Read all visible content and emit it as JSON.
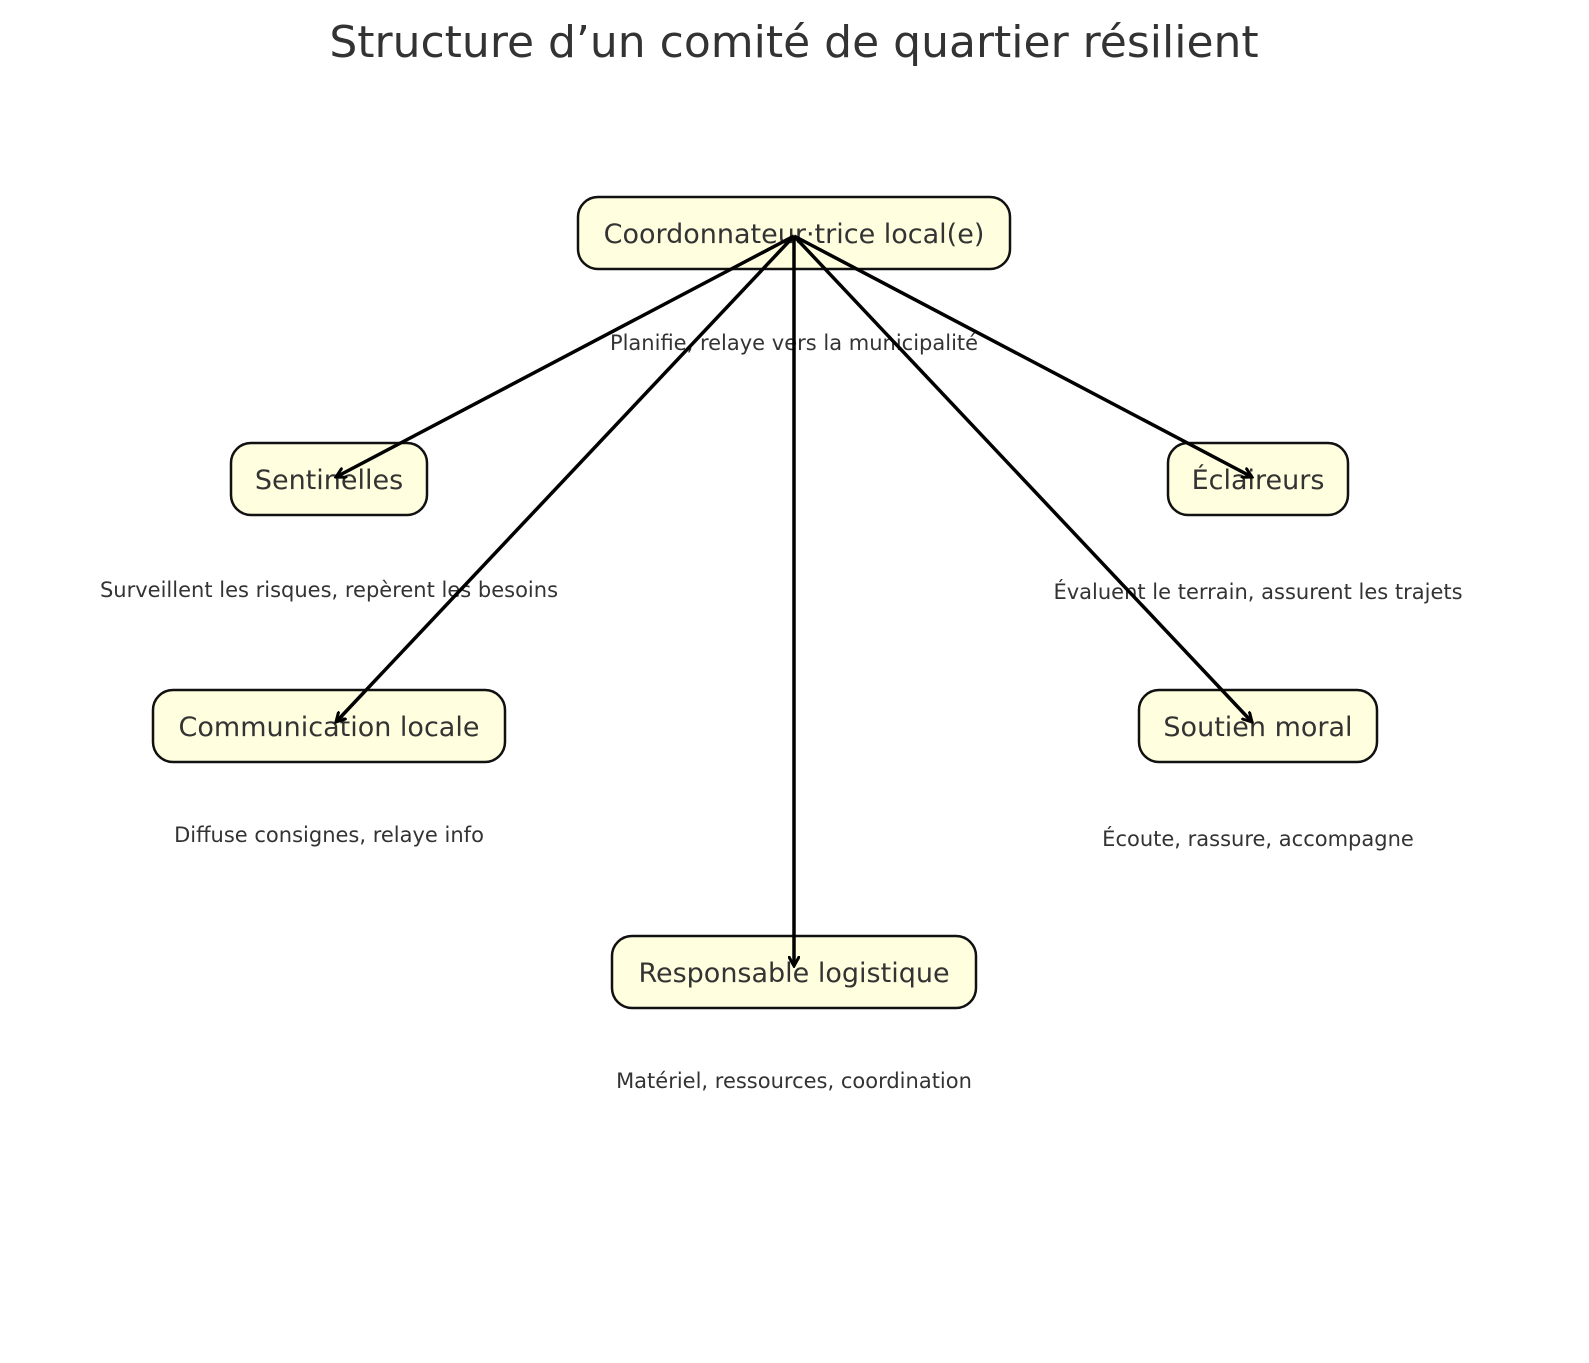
{
  "title": "Structure d’un comité de quartier résilient",
  "nodes": [
    {
      "id": "coordinateur",
      "label": "Coordonnateur·trice local(e)",
      "description": "Planifie, relaye vers la municipalité"
    },
    {
      "id": "sentinelles",
      "label": "Sentinelles",
      "description": "Surveillent les risques, repèrent les besoins"
    },
    {
      "id": "eclaireurs",
      "label": "Éclaireurs",
      "description": "Évaluent le terrain, assurent les trajets"
    },
    {
      "id": "communication",
      "label": "Communication locale",
      "description": "Diffuse consignes, relaye info"
    },
    {
      "id": "soutien",
      "label": "Soutien moral",
      "description": "Écoute, rassure, accompagne"
    },
    {
      "id": "logistique",
      "label": "Responsable logistique",
      "description": "Matériel, ressources, coordination"
    }
  ],
  "edges": [
    {
      "from": "coordinateur",
      "to": "sentinelles"
    },
    {
      "from": "coordinateur",
      "to": "communication"
    },
    {
      "from": "coordinateur",
      "to": "logistique"
    },
    {
      "from": "coordinateur",
      "to": "soutien"
    },
    {
      "from": "coordinateur",
      "to": "eclaireurs"
    }
  ],
  "colors": {
    "node_fill": "#ffffdf",
    "node_border": "#111111",
    "edge": "#000000",
    "text": "#333333"
  }
}
